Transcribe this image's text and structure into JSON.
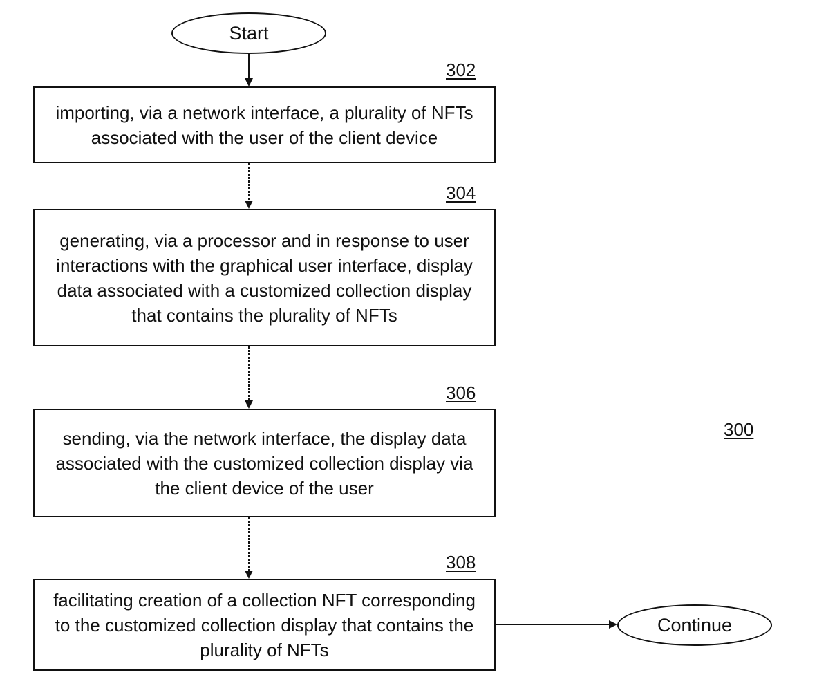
{
  "flowchart": {
    "figure_ref": "300",
    "start_label": "Start",
    "end_label": "Continue",
    "steps": [
      {
        "ref": "302",
        "text": "importing, via a network interface, a plurality of NFTs associated with the user of the client device"
      },
      {
        "ref": "304",
        "text": "generating, via a processor and in response to user interactions with the graphical user interface, display data associated with a customized collection display that contains the plurality of NFTs"
      },
      {
        "ref": "306",
        "text": "sending, via the network interface, the display data associated with the customized collection display via the client device of the user"
      },
      {
        "ref": "308",
        "text": "facilitating creation of a collection NFT corresponding to the customized collection display that contains the plurality of NFTs"
      }
    ]
  }
}
